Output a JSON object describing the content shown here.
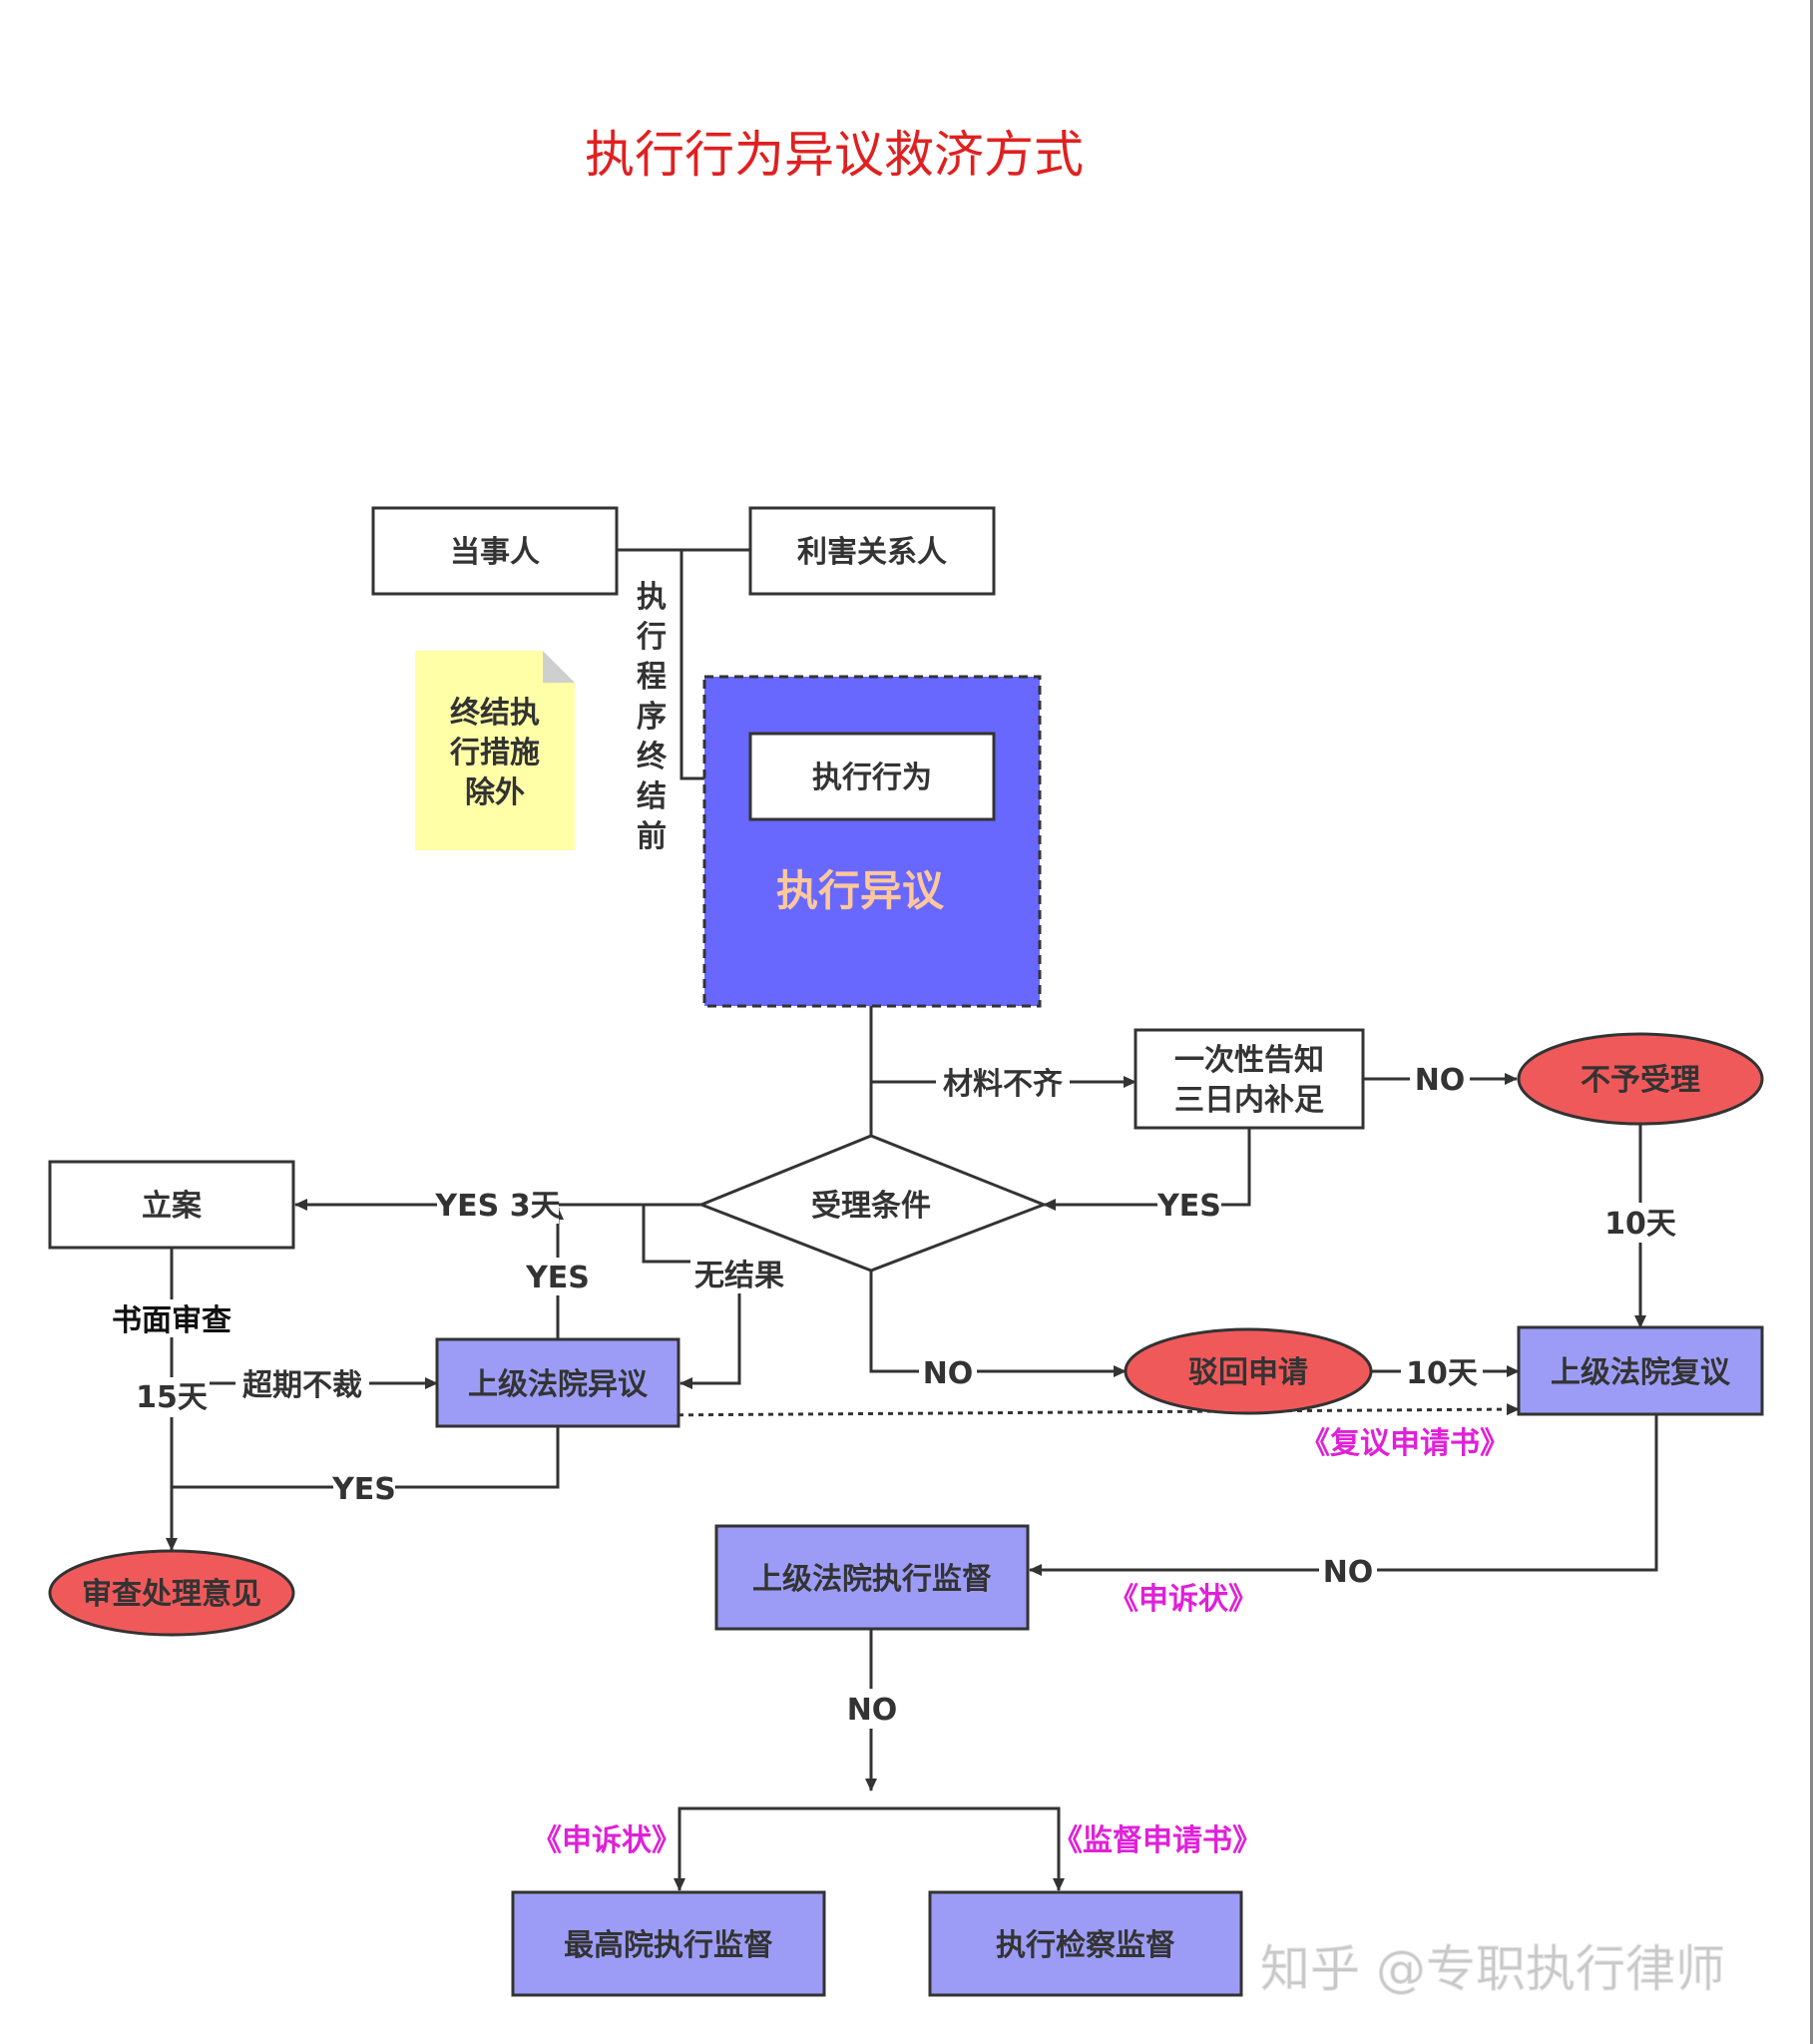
{
  "title": "执行行为异议救济方式",
  "nodes": {
    "party": "当事人",
    "interested": "利害关系人",
    "note": [
      "终结执",
      "行措施",
      "除外"
    ],
    "vertical_label": [
      "执",
      "行",
      "程",
      "序",
      "终",
      "结",
      "前"
    ],
    "exec_act": "执行行为",
    "exec_objection": "执行异议",
    "notify": [
      "一次性告知",
      "三日内补足"
    ],
    "not_accept": "不予受理",
    "condition": "受理条件",
    "file_case": "立案",
    "written_review": "书面审查",
    "days15": "15天",
    "overdue": "超期不裁",
    "upper_objection": "上级法院异议",
    "reject": "驳回申请",
    "upper_review": "上级法院复议",
    "review_opinion": "审查处理意见",
    "upper_supervision": "上级法院执行监督",
    "supreme_supervision": "最高院执行监督",
    "procuratorate_supervision": "执行检察监督"
  },
  "edges": {
    "incomplete": "材料不齐",
    "no1": "NO",
    "yes_notify": "YES",
    "days10_a": "10天",
    "yes_3days": "YES 3天",
    "yes_up": "YES",
    "no_result": "无结果",
    "no2": "NO",
    "days10_b": "10天",
    "yes_bottom": "YES",
    "no3": "NO",
    "no4": "NO"
  },
  "documents": {
    "review_application": "《复议申请书》",
    "complaint1": "《申诉状》",
    "complaint2": "《申诉状》",
    "supervision_application": "《监督申请书》"
  },
  "watermark": "知乎 @专职执行律师",
  "colors": {
    "purple_fill": "#6868ff",
    "light_purple": "#9c9cf6",
    "red_oval": "#f0595a",
    "note_yellow": "#ffffa8",
    "title_red": "#e02020",
    "pink_text": "#e020d8",
    "objection_text": "#ffc89a"
  }
}
